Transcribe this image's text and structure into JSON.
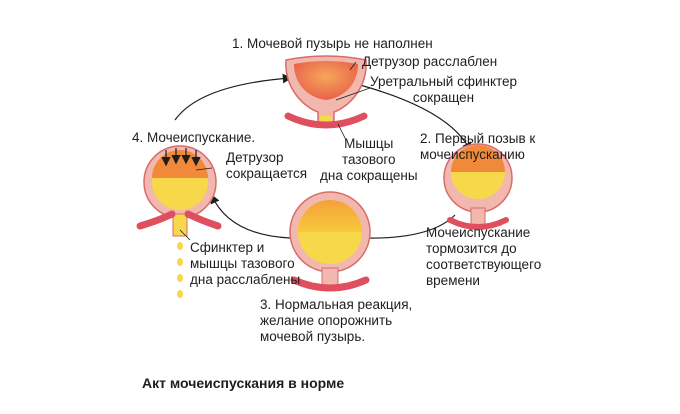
{
  "stages": {
    "stage1": {
      "title": "1. Мочевой пузырь не наполнен",
      "detrusor": "Детрузор расслаблен",
      "sphincter": "Уретральный сфинктер\nсокращен",
      "pelvic": "Мышцы\nтазового\nдна сокращены"
    },
    "stage2": {
      "title": "2. Первый позыв к\nмочеиспусканию",
      "note": "Мочеиспускание\nтормозится до\nсоответствующего\nвремени"
    },
    "stage3": {
      "title": "3. Нормальная реакция,\nжелание опорожнить\nмочевой пузырь."
    },
    "stage4": {
      "title": "4. Мочеиспускание.",
      "detrusor": "Детрузор\nсокращается",
      "sphincter": "Сфинктер и\nмышцы тазового\nдна расслаблены"
    }
  },
  "caption": "Акт мочеиспускания в норме",
  "colors": {
    "bladder_wall": "#f2b8ae",
    "bladder_outline": "#d96b6b",
    "urine": "#f7d84a",
    "muscle": "#e04f5f",
    "arrow": "#1e1e1e",
    "orange_fill": "#f08a3a"
  }
}
